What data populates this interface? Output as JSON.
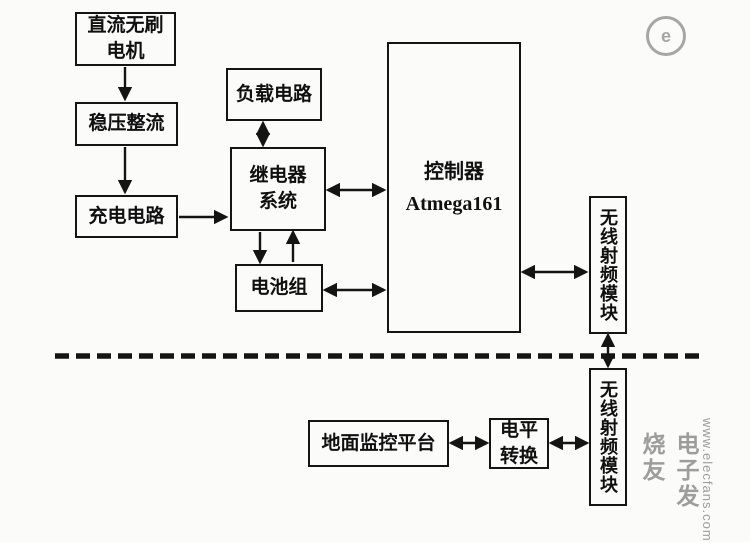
{
  "diagram": {
    "title_hint": "wireless charging / monitoring system block diagram",
    "nodes": {
      "motor": {
        "label": "直流无刷\n电机"
      },
      "regulator": {
        "label": "稳压整流"
      },
      "charger": {
        "label": "充电电路"
      },
      "load": {
        "label": "负载电路"
      },
      "relay": {
        "label": "继电器\n系统"
      },
      "battery": {
        "label": "电池组"
      },
      "controller": {
        "label": "控制器\nAtmega161"
      },
      "rf_module_air": {
        "label": "无线射频模块"
      },
      "rf_module_ground": {
        "label": "无线射频模块"
      },
      "ground_station": {
        "label": "地面监控平台"
      },
      "level_converter": {
        "label": "电平\n转换"
      }
    },
    "edges": [
      {
        "from": "motor",
        "to": "regulator",
        "direction": "one-way"
      },
      {
        "from": "regulator",
        "to": "charger",
        "direction": "one-way"
      },
      {
        "from": "charger",
        "to": "relay",
        "direction": "one-way"
      },
      {
        "from": "load",
        "to": "relay",
        "direction": "two-way"
      },
      {
        "from": "relay",
        "to": "controller",
        "direction": "two-way"
      },
      {
        "from": "relay",
        "to": "battery",
        "direction": "one-way"
      },
      {
        "from": "battery",
        "to": "relay",
        "direction": "one-way"
      },
      {
        "from": "battery",
        "to": "controller",
        "direction": "two-way"
      },
      {
        "from": "controller",
        "to": "rf_module_air",
        "direction": "two-way"
      },
      {
        "from": "rf_module_air",
        "to": "rf_module_ground",
        "direction": "two-way"
      },
      {
        "from": "ground_station",
        "to": "level_converter",
        "direction": "two-way"
      },
      {
        "from": "level_converter",
        "to": "rf_module_ground",
        "direction": "two-way"
      }
    ],
    "separator": {
      "style": "dashed",
      "meaning": "air / ground boundary"
    },
    "colors": {
      "line": "#141414",
      "box_border": "#141414",
      "watermark": "#9d9d9d"
    }
  },
  "watermark": {
    "logo_glyph": "e",
    "brand": "电子发烧友",
    "url": "www.elecfans.com"
  }
}
